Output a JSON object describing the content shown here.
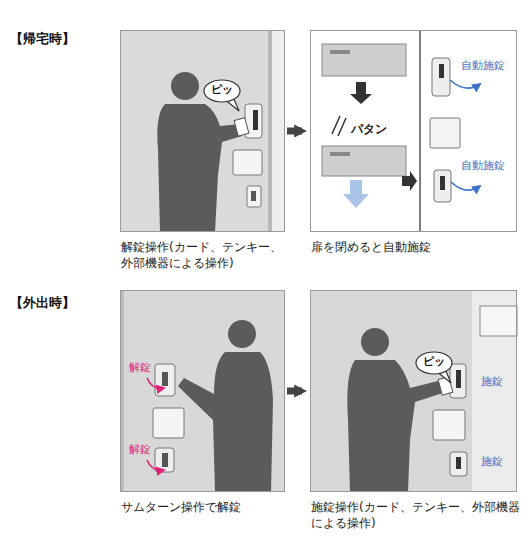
{
  "diagram": {
    "nodes": [
      {
        "text": [
          "解錠操作(カード、テンキー、外部機器による操作)"
        ]
      },
      {
        "text": [
          "ピッ"
        ],
        "in": 0
      },
      {
        "text": [
          "扉を閉めると自動施錠",
          "パタン",
          "自動施錠",
          "自動施錠"
        ]
      },
      {
        "text": [
          "サムターン操作で解錠",
          "解錠",
          "解錠"
        ]
      },
      {
        "text": [
          "施錠操作(カード、テンキー、外部機器による操作)",
          "施錠",
          "施錠"
        ]
      },
      {
        "text": [
          "ピッ"
        ],
        "in": 4
      }
    ],
    "edges": [
      {
        "from": 0,
        "to": 2,
        "arrow": "to"
      },
      {
        "from": 3,
        "to": 4,
        "arrow": "to"
      }
    ],
    "labels": [
      "【帰宅時】",
      "【外出時】"
    ]
  }
}
